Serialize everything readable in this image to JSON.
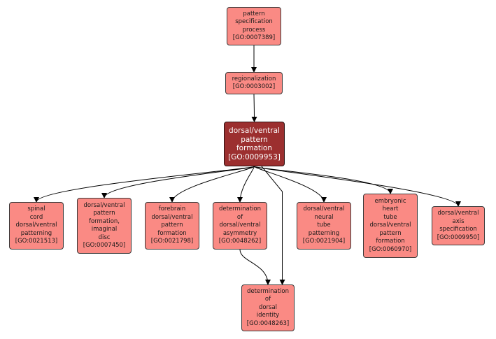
{
  "nodes": [
    {
      "key": "pattern-specification-process",
      "lines": [
        "pattern",
        "specification",
        "process"
      ],
      "id": "[GO:0007389]",
      "focus": false
    },
    {
      "key": "regionalization",
      "lines": [
        "regionalization"
      ],
      "id": "[GO:0003002]",
      "focus": false
    },
    {
      "key": "dorsal-ventral-pattern-formation",
      "lines": [
        "dorsal/ventral",
        "pattern",
        "formation"
      ],
      "id": "[GO:0009953]",
      "focus": true
    },
    {
      "key": "spinal-cord-dorsal-ventral-patterning",
      "lines": [
        "spinal",
        "cord",
        "dorsal/ventral",
        "patterning"
      ],
      "id": "[GO:0021513]",
      "focus": false
    },
    {
      "key": "dorsal-ventral-pattern-formation-imaginal-disc",
      "lines": [
        "dorsal/ventral",
        "pattern",
        "formation,",
        "imaginal",
        "disc"
      ],
      "id": "[GO:0007450]",
      "focus": false
    },
    {
      "key": "forebrain-dorsal-ventral-pattern-formation",
      "lines": [
        "forebrain",
        "dorsal/ventral",
        "pattern",
        "formation"
      ],
      "id": "[GO:0021798]",
      "focus": false
    },
    {
      "key": "determination-of-dorsal-ventral-asymmetry",
      "lines": [
        "determination",
        "of",
        "dorsal/ventral",
        "asymmetry"
      ],
      "id": "[GO:0048262]",
      "focus": false
    },
    {
      "key": "dorsal-ventral-neural-tube-patterning",
      "lines": [
        "dorsal/ventral",
        "neural",
        "tube",
        "patterning"
      ],
      "id": "[GO:0021904]",
      "focus": false
    },
    {
      "key": "embryonic-heart-tube-dorsal-ventral-pattern-formation",
      "lines": [
        "embryonic",
        "heart",
        "tube",
        "dorsal/ventral",
        "pattern",
        "formation"
      ],
      "id": "[GO:0060970]",
      "focus": false
    },
    {
      "key": "dorsal-ventral-axis-specification",
      "lines": [
        "dorsal/ventral",
        "axis",
        "specification"
      ],
      "id": "[GO:0009950]",
      "focus": false
    },
    {
      "key": "determination-of-dorsal-identity",
      "lines": [
        "determination",
        "of",
        "dorsal",
        "identity"
      ],
      "id": "[GO:0048263]",
      "focus": false
    }
  ],
  "edges": [
    {
      "from": "pattern-specification-process",
      "to": "regionalization"
    },
    {
      "from": "regionalization",
      "to": "dorsal-ventral-pattern-formation"
    },
    {
      "from": "dorsal-ventral-pattern-formation",
      "to": "spinal-cord-dorsal-ventral-patterning"
    },
    {
      "from": "dorsal-ventral-pattern-formation",
      "to": "dorsal-ventral-pattern-formation-imaginal-disc"
    },
    {
      "from": "dorsal-ventral-pattern-formation",
      "to": "forebrain-dorsal-ventral-pattern-formation"
    },
    {
      "from": "dorsal-ventral-pattern-formation",
      "to": "determination-of-dorsal-ventral-asymmetry"
    },
    {
      "from": "dorsal-ventral-pattern-formation",
      "to": "dorsal-ventral-neural-tube-patterning"
    },
    {
      "from": "dorsal-ventral-pattern-formation",
      "to": "embryonic-heart-tube-dorsal-ventral-pattern-formation"
    },
    {
      "from": "dorsal-ventral-pattern-formation",
      "to": "dorsal-ventral-axis-specification"
    },
    {
      "from": "dorsal-ventral-pattern-formation",
      "to": "determination-of-dorsal-identity"
    },
    {
      "from": "determination-of-dorsal-ventral-asymmetry",
      "to": "determination-of-dorsal-identity"
    }
  ],
  "colors": {
    "node_fill": "#fa8a84",
    "focus_fill": "#9c2f2f",
    "edge": "#000000"
  }
}
